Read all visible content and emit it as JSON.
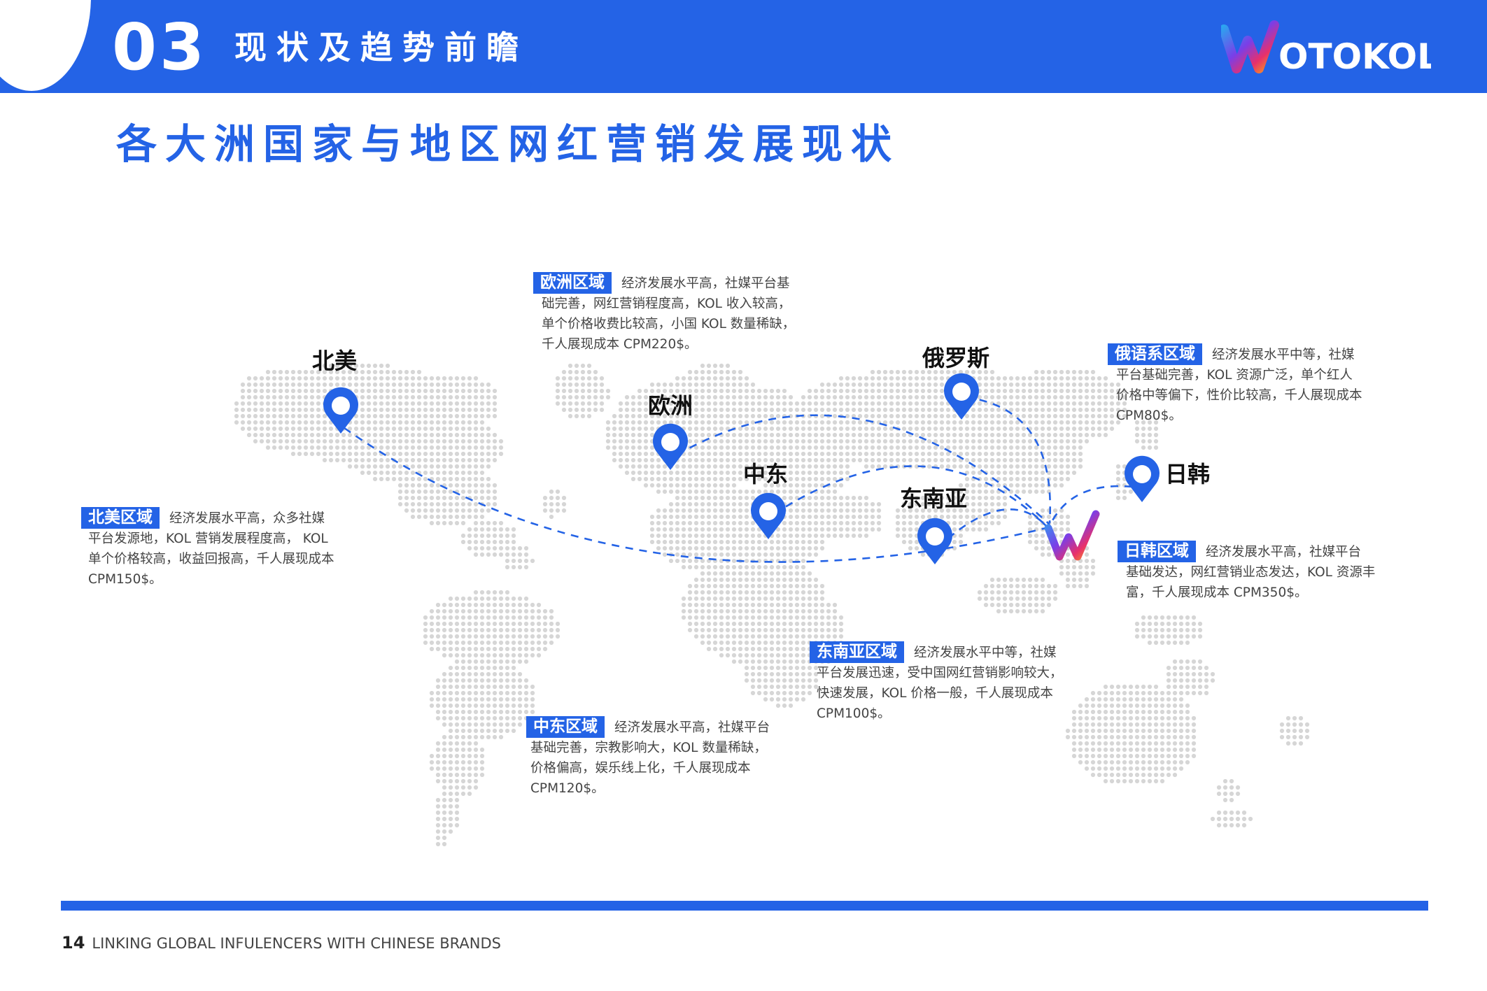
{
  "header": {
    "section_number": "03",
    "section_title": "现状及趋势前瞻",
    "brand": "WOTOKOL"
  },
  "page_title": "各大洲国家与地区网红营销发展现状",
  "pins": [
    {
      "id": "north-america",
      "label": "北美"
    },
    {
      "id": "europe",
      "label": "欧洲"
    },
    {
      "id": "russia",
      "label": "俄罗斯"
    },
    {
      "id": "middle-east",
      "label": "中东"
    },
    {
      "id": "southeast-asia",
      "label": "东南亚"
    },
    {
      "id": "japan-korea",
      "label": "日韩"
    }
  ],
  "regions": {
    "europe": {
      "tag": "欧洲区域",
      "line1": "经济发展水平高，社媒平台基",
      "rest": [
        "础完善，网红营销程度高，KOL 收入较高，",
        "单个价格收费比较高，小国 KOL 数量稀缺，",
        "千人展现成本 CPM220$。"
      ]
    },
    "russia": {
      "tag": "俄语系区域",
      "line1": "经济发展水平中等，社媒",
      "rest": [
        "平台基础完善，KOL 资源广泛，单个红人",
        "价格中等偏下，性价比较高，千人展现成本",
        "CPM80$。"
      ]
    },
    "north_america": {
      "tag": "北美区域",
      "line1": "经济发展水平高，众多社媒",
      "rest": [
        "平台发源地，KOL 营销发展程度高， KOL",
        "单个价格较高，收益回报高，千人展现成本",
        "CPM150$。"
      ]
    },
    "japan_korea": {
      "tag": "日韩区域",
      "line1": "经济发展水平高，社媒平台",
      "rest": [
        "基础发达，网红营销业态发达，KOL 资源丰",
        "富，千人展现成本 CPM350$。"
      ]
    },
    "southeast_asia": {
      "tag": "东南亚区域",
      "line1": "经济发展水平中等，社媒",
      "rest": [
        "平台发展迅速，受中国网红营销影响较大，",
        "快速发展，KOL 价格一般，千人展现成本",
        "CPM100$。"
      ]
    },
    "middle_east": {
      "tag": "中东区域",
      "line1": "经济发展水平高，社媒平台",
      "rest": [
        "基础完善，宗教影响大，KOL 数量稀缺，",
        "价格偏高，娱乐线上化，千人展现成本",
        "CPM120$。"
      ]
    }
  },
  "colors": {
    "brand_blue": "#2463e6",
    "map_dot": "#d6d6d6"
  },
  "footer": {
    "page_number": "14",
    "tagline": "LINKING GLOBAL INFULENCERS WITH CHINESE BRANDS"
  }
}
